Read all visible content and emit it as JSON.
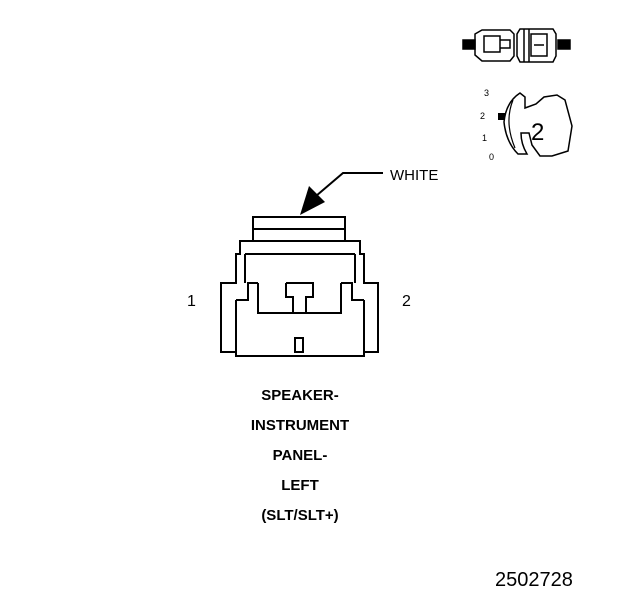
{
  "connector": {
    "wire_color_label": "WHITE",
    "pin_left_label": "1",
    "pin_right_label": "2"
  },
  "title_lines": [
    "SPEAKER-",
    "INSTRUMENT",
    "PANEL-",
    "LEFT",
    "(SLT/SLT+)"
  ],
  "inset": {
    "scale_labels": [
      "3",
      "2",
      "1",
      "0"
    ],
    "cavity_count_label": "2"
  },
  "figure_id": "2502728"
}
